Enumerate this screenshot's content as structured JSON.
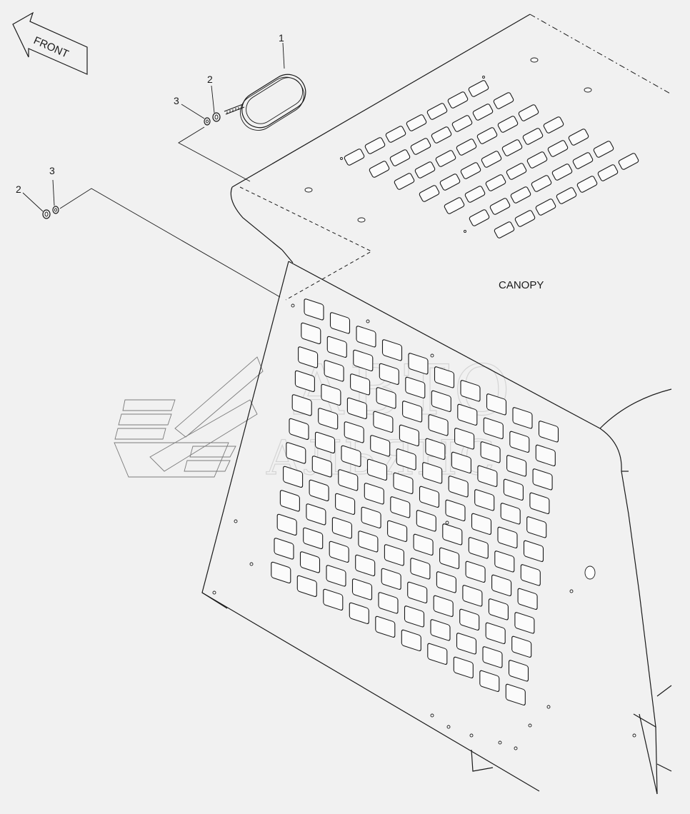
{
  "diagram": {
    "front_label": "FRONT",
    "canopy_label": "CANOPY",
    "callouts": {
      "lamp": "1",
      "nut_top": "2",
      "washer_top": "3",
      "nut_left": "2",
      "washer_left": "3"
    },
    "watermark": {
      "line1": "АВТО",
      "line2": "АЛЬЯНС"
    }
  }
}
